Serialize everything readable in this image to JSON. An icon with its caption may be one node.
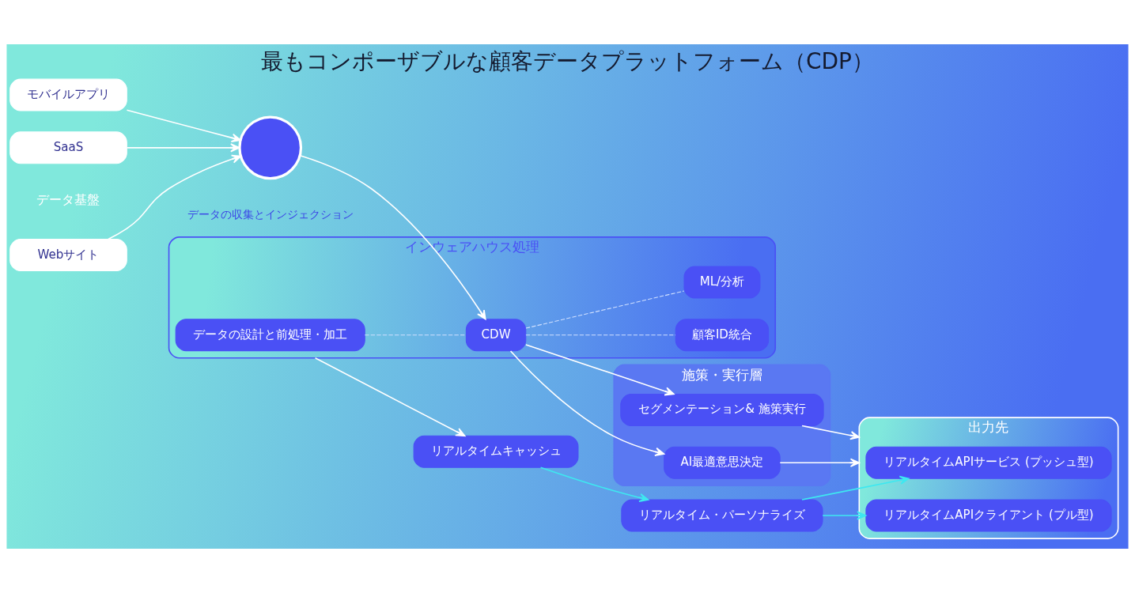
{
  "diagram": {
    "title": "最もコンポーザブルな顧客データプラットフォーム（CDP）",
    "nodes": [
      {
        "text": [
          "Webサイト"
        ]
      },
      {
        "text": [
          "モバイルアプリ"
        ]
      },
      {
        "text": [
          "SaaS"
        ]
      },
      {
        "text": [],
        "shape": "circle",
        "beside": [
          "データの収集とインジェクション"
        ]
      },
      {
        "text": [
          "インウェアハウス処理"
        ]
      },
      {
        "text": [
          "データの設計と前処理・加工"
        ],
        "in": 4
      },
      {
        "text": [
          "CDW"
        ],
        "in": 4
      },
      {
        "text": [
          "顧客ID統合"
        ],
        "in": 4
      },
      {
        "text": [
          "ML/分析"
        ],
        "in": 4
      },
      {
        "text": [
          "施策・実行層"
        ]
      },
      {
        "text": [
          "セグメンテーション& 施策実行"
        ],
        "in": 9
      },
      {
        "text": [
          "AI最適意思決定"
        ],
        "in": 9
      },
      {
        "text": [
          "出力先"
        ]
      },
      {
        "text": [
          "リアルタイムAPIサービス (プッシュ型)"
        ],
        "in": 12
      },
      {
        "text": [
          "リアルタイムAPIクライアント (プル型)"
        ],
        "in": 12
      },
      {
        "text": [
          "リアルタイムキャッシュ"
        ]
      },
      {
        "text": [
          "リアルタイム・パーソナライズ"
        ]
      }
    ],
    "edges": [
      {
        "from": 0,
        "to": 3,
        "arrow": "to"
      },
      {
        "from": 1,
        "to": 3,
        "arrow": "to"
      },
      {
        "from": 2,
        "to": 3,
        "arrow": "to"
      },
      {
        "from": 3,
        "to": 6,
        "arrow": "to"
      },
      {
        "from": 5,
        "to": 6,
        "arrow": "none",
        "style": "dashed"
      },
      {
        "from": 6,
        "to": 7,
        "arrow": "none",
        "style": "dashed"
      },
      {
        "from": 6,
        "to": 8,
        "arrow": "none",
        "style": "dashed"
      },
      {
        "from": 6,
        "to": 10,
        "arrow": "to"
      },
      {
        "from": 6,
        "to": 11,
        "arrow": "to"
      },
      {
        "from": 10,
        "to": 12,
        "arrow": "to"
      },
      {
        "from": 11,
        "to": 12,
        "arrow": "to"
      },
      {
        "from": 4,
        "to": 15,
        "arrow": "to"
      },
      {
        "from": 15,
        "to": 16,
        "arrow": "to",
        "color": "#3ee8f0"
      },
      {
        "from": 16,
        "to": 13,
        "arrow": "to",
        "color": "#3ee8f0"
      },
      {
        "from": 16,
        "to": 14,
        "arrow": "to",
        "color": "#3ee8f0"
      }
    ],
    "labels": [
      "データ基盤"
    ]
  }
}
